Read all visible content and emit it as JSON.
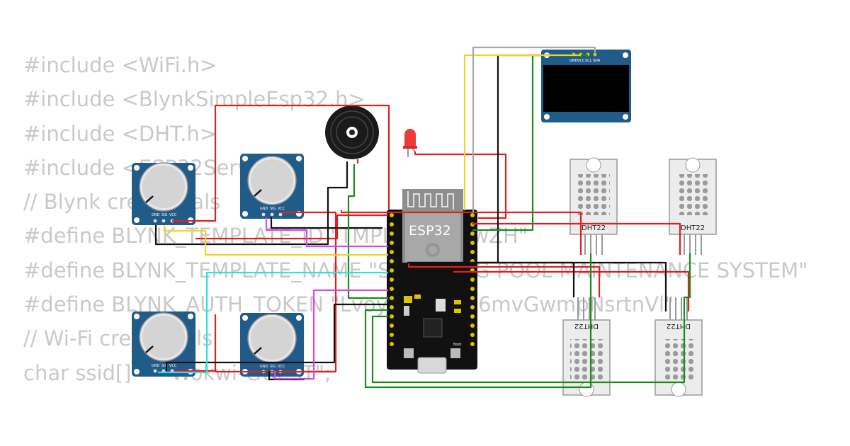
{
  "code_lines": [
    "#include <WiFi.h>",
    "#include <BlynkSimpleEsp32.h>",
    "#include <DHT.h>",
    "#include <ESP32Servo.h>",
    "",
    "// Blynk credentials",
    "#define BLYNK_TEMPLATE_ID \"TMPL6S9-5l5wZH\"",
    "#define BLYNK_TEMPLATE_NAME \"SWIMMING POOL MAINTENANCE SYSTEM\"",
    "#define BLYNK_AUTH_TOKEN \"LvoyG7HjjHi96mvGwmpNsrtnVl\"",
    "",
    "// Wi-Fi credentials",
    "char ssid[] = \"Wokwi-GUEST\";"
  ],
  "esp32": {
    "label": "ESP32",
    "boot_label": "Boot"
  },
  "oled": {
    "pins": [
      "GND",
      "VCC",
      "SCL",
      "SDA"
    ]
  },
  "potentiometer": {
    "pins": [
      "GND",
      "SIG",
      "VCC"
    ]
  },
  "dht22": {
    "label": "DHT22"
  },
  "colors": {
    "board_blue": "#1f5c8a",
    "esp_board": "#111111",
    "wire_red": "#e02020",
    "wire_black": "#111111",
    "wire_green": "#1a8a1a",
    "wire_yellow": "#f2d22e",
    "wire_cyan": "#2de0e8",
    "wire_magenta": "#d84ad8",
    "wire_gray": "#a9a9a9",
    "code_text": "#c9c9c9"
  }
}
